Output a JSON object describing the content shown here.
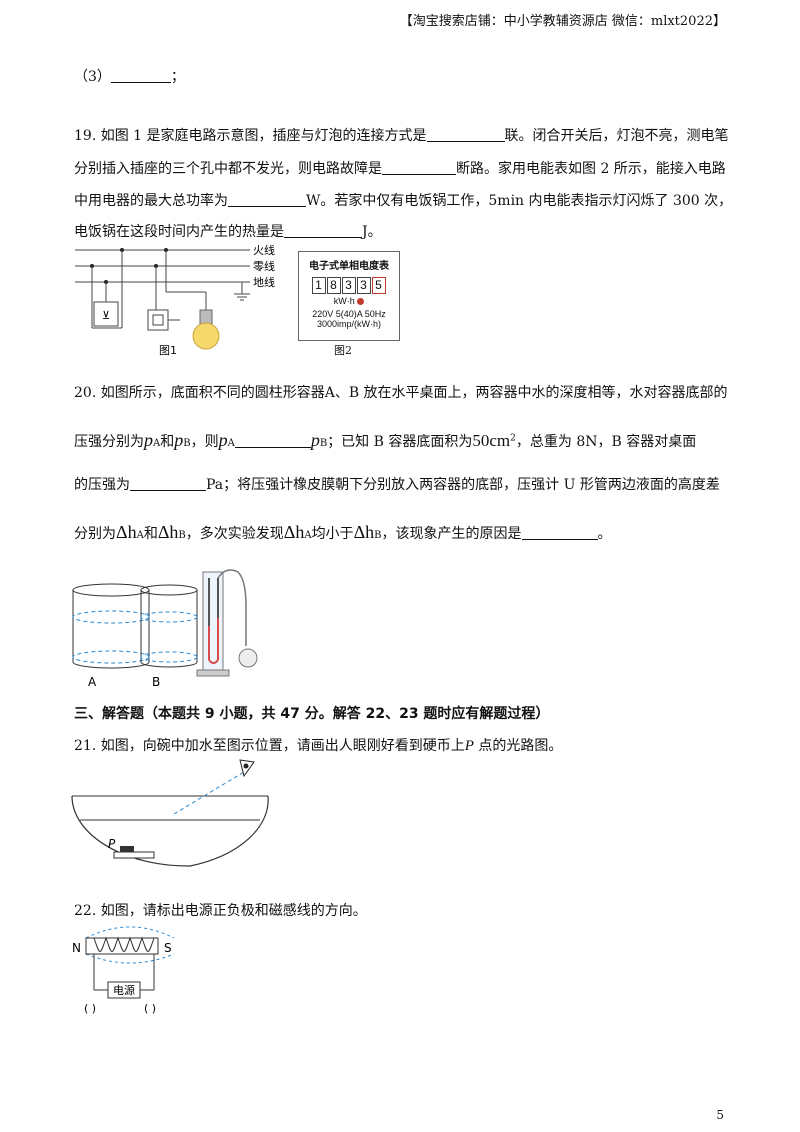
{
  "header": {
    "shop_note": "【淘宝搜索店铺：中小学教辅资源店  微信：mlxt2022】"
  },
  "q18_tail": {
    "text": "（3）",
    "end": "；"
  },
  "q19": {
    "line1_a": "19. 如图 1 是家庭电路示意图，插座与灯泡的连接方式是",
    "line1_b": "联。闭合开关后，灯泡不亮，测电笔",
    "line2_a": "分别插入插座的三个孔中都不发光，则电路故障是",
    "line2_b": "断路。家用电能表如图 2 所示，能接入电路",
    "line3_a": "中用电器的最大总功率为",
    "line3_b": "W。若家中仅有电饭锅工作，5min 内电能表指示灯闪烁了 300 次，",
    "line4_a": "电饭锅在这段时间内产生的热量是",
    "line4_b": "J。",
    "fig1": {
      "live": "火线",
      "neutral": "零线",
      "ground": "地线",
      "caption": "图1"
    },
    "fig2": {
      "title": "电子式单相电度表",
      "digits": [
        "1",
        "8",
        "3",
        "3",
        "5"
      ],
      "unit": "kW·h",
      "spec1": "220V  5(40)A  50Hz",
      "spec2": "3000imp/(kW·h)",
      "caption": "图2"
    }
  },
  "q20": {
    "line1": "20. 如图所示，底面积不同的圆柱形容器A、B 放在水平桌面上，两容器中水的深度相等，水对容器底部的",
    "line2_a": "压强分别为",
    "p": "p",
    "sub_a": "A",
    "sub_b": "B",
    "and": "和",
    "then": "，则",
    "known": "；已知 B 容器底面积为",
    "area": "50cm",
    "area_exp": "2",
    "line2_end": "，总重为 8N，B 容器对桌面",
    "line3_a": "的压强为",
    "line3_b": "Pa；将压强计橡皮膜朝下分别放入两容器的底部，压强计 U 形管两边液面的高度差",
    "line4_a": "分别为",
    "dh": "Δh",
    "line4_mid": "，多次实验发现",
    "less": "均小于",
    "line4_end": "，该现象产生的原因是",
    "line4_tail": "。",
    "label_a": "A",
    "label_b": "B"
  },
  "section3": {
    "title": "三、解答题（本题共 9 小题，共 47 分。解答 22、23 题时应有解题过程）"
  },
  "q21": {
    "text_a": "21. 如图，向碗中加水至图示位置，请画出人眼刚好看到硬币上",
    "p_label": "P",
    "text_b": " 点的光路图。",
    "fig_p": "P"
  },
  "q22": {
    "text": "22. 如图，请标出电源正负极和磁感线的方向。",
    "n": "N",
    "s": "S",
    "source": "电源",
    "left_bracket": "(   )",
    "right_bracket": "(   )"
  },
  "footer": {
    "page_number": "5"
  }
}
